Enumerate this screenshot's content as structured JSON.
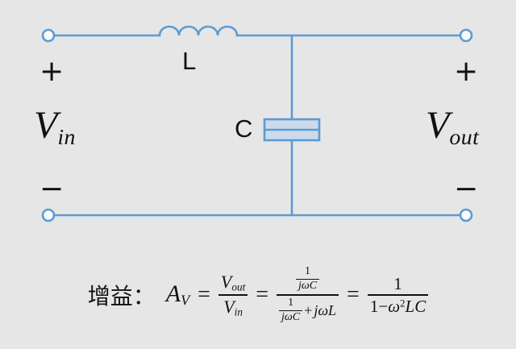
{
  "page": {
    "bg_color": "#e6e6e6",
    "circuit_color": "#5b9bd5",
    "capacitor_fill": "#ccdaeb",
    "text_color": "#111111"
  },
  "circuit": {
    "inductor_label": "L",
    "capacitor_label": "C",
    "left_plus": "+",
    "left_minus": "−",
    "right_plus": "+",
    "right_minus": "−",
    "vin": {
      "base": "V",
      "sub": "in"
    },
    "vout": {
      "base": "V",
      "sub": "out"
    }
  },
  "formula": {
    "prefix": "增益：",
    "gain": {
      "base": "A",
      "sub": "V"
    },
    "eq1": "=",
    "eq2": "=",
    "eq3": "=",
    "frac_v": {
      "num_base": "V",
      "num_sub": "out",
      "den_base": "V",
      "den_sub": "in"
    },
    "frac_mid": {
      "num_frac": {
        "num": "1",
        "den": "jωC"
      },
      "den_frac": {
        "num": "1",
        "den": "jωC"
      },
      "plus": "+",
      "jwl": "jωL"
    },
    "frac_right": {
      "num": "1",
      "den_a": "1−",
      "den_omega": "ω",
      "den_sup": "2",
      "den_lc": "LC"
    }
  }
}
